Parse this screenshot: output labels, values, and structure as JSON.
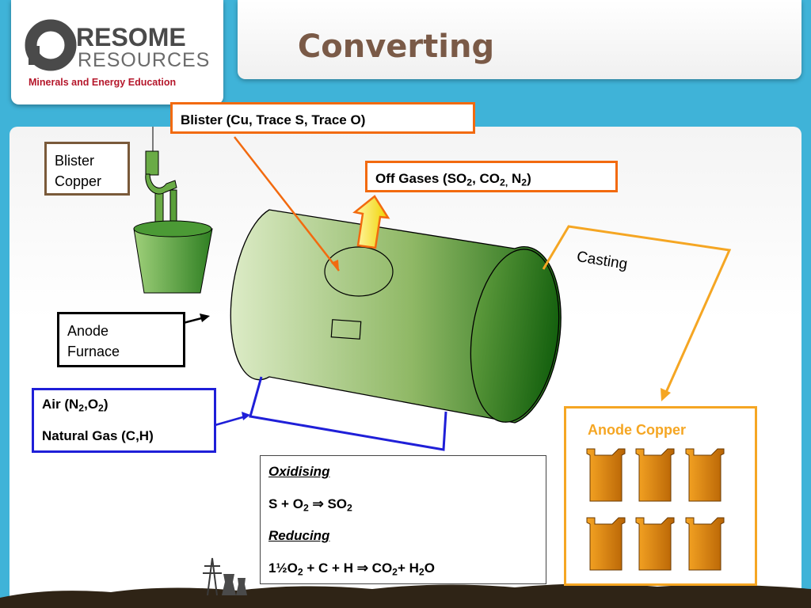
{
  "logo": {
    "brand_line1": "RESOME",
    "brand_line2": "RESOURCES",
    "tagline": "Minerals and Energy Education"
  },
  "title": "Converting",
  "labels": {
    "blister_out": "Blister (Cu, Trace S, Trace O)",
    "off_gases": {
      "a": "Off Gases (SO",
      "a_sub": "2",
      "b": ", CO",
      "b_sub": "2,",
      "c": " N",
      "c_sub": "2",
      "d": ")"
    },
    "blister_copper_1": "Blister",
    "blister_copper_2": "Copper",
    "anode_furnace_1": "Anode",
    "anode_furnace_2": "Furnace",
    "casting": "Casting",
    "anode_copper": "Anode Copper",
    "air": {
      "a": "Air (N",
      "a_sub": "2",
      "b": ",O",
      "b_sub": "2",
      "c": ")"
    },
    "natural_gas": "Natural Gas (C,H)"
  },
  "reactions": {
    "oxidising_heading": "Oxidising",
    "oxidising_eq": {
      "a": "S + O",
      "a_sub": "2",
      "arrow": " ⇒ ",
      "b": "SO",
      "b_sub": "2"
    },
    "reducing_heading": "Reducing",
    "reducing_eq": {
      "a": "1½O",
      "a_sub": "2",
      "b": " + C + H ",
      "arrow": "⇒ ",
      "c": "CO",
      "c_sub": "2",
      "d": "+ H",
      "d_sub": "2",
      "e": "O"
    }
  },
  "colors": {
    "orange": "#f26a0f",
    "casting_orange": "#f5a623",
    "blue": "#1f1fd8",
    "brown": "#7a5a3a",
    "furnace_green_dark": "#1e6b14",
    "furnace_green_light": "#dcebc6"
  }
}
